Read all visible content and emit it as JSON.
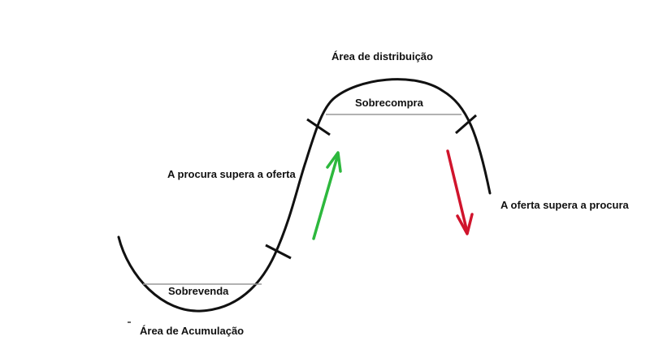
{
  "diagram": {
    "labels": {
      "distribution": "Área de distribuição",
      "overbought": "Sobrecompra",
      "demand": "A procura supera a oferta",
      "supply": "A oferta supera a procura",
      "oversold": "Sobrevenda",
      "accumulation": "Área de Acumulação"
    },
    "colors": {
      "curve": "#111111",
      "up_arrow": "#2db83d",
      "down_arrow": "#d0142c",
      "zone_line": "#999999"
    }
  }
}
